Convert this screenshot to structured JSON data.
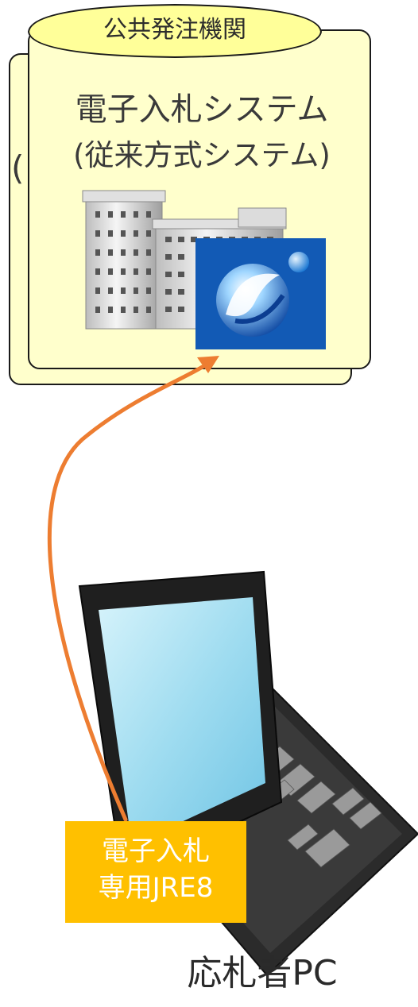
{
  "agency": {
    "label": "公共発注機関"
  },
  "system": {
    "title": "電子入札システム",
    "subtitle": "(従来方式システム)",
    "back_paren": "("
  },
  "client": {
    "jre_line1": "電子入札",
    "jre_line2": "専用JRE8",
    "pc_label": "応札者PC"
  },
  "colors": {
    "panel_fill": "#ffffcc",
    "panel_border": "#1a1a1a",
    "arrow": "#ed7d31",
    "jre_badge": "#ffc000",
    "logo_bg": "#1565c0"
  },
  "icons": [
    "building-icon",
    "app-logo-icon",
    "laptop-icon",
    "arrow-connector"
  ]
}
